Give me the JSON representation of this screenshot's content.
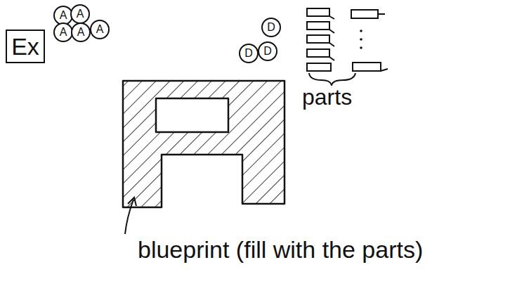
{
  "diagram": {
    "nodes": [
      {
        "text": [
          "Ex"
        ]
      },
      {
        "text": [
          "A"
        ]
      },
      {
        "text": [
          "A"
        ]
      },
      {
        "text": [
          "A"
        ]
      },
      {
        "text": [
          "A"
        ]
      },
      {
        "text": [
          "A"
        ]
      },
      {
        "text": [
          "D"
        ]
      },
      {
        "text": [
          "D"
        ]
      },
      {
        "text": [
          "D"
        ]
      }
    ],
    "labels": [
      "parts",
      "blueprint (fill with the parts)"
    ]
  }
}
